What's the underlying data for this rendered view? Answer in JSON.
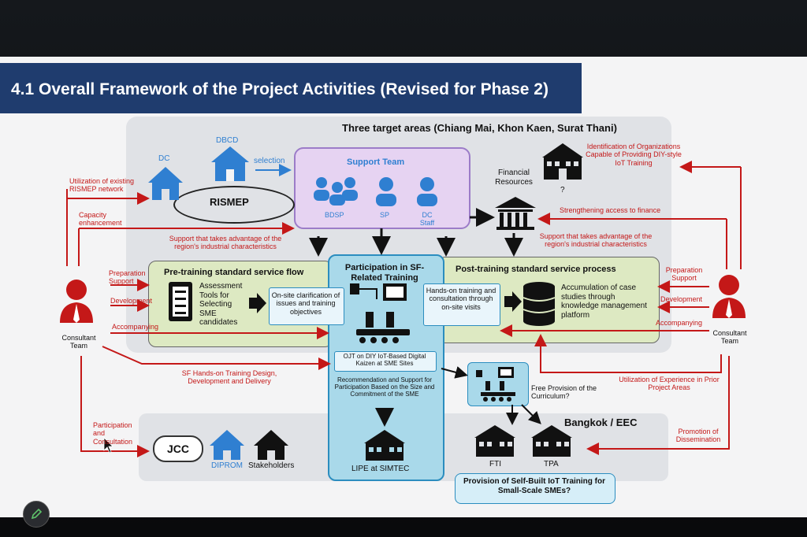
{
  "slide": {
    "title": "4.1 Overall Framework of the Project Activities (Revised for Phase 2)",
    "three_areas": "Three target areas (Chiang Mai, Khon Kaen, Surat Thani)",
    "bangkok_eec": "Bangkok / EEC"
  },
  "support_team": {
    "title": "Support Team",
    "members": [
      "BDSP",
      "SP",
      "DC Staff"
    ]
  },
  "nodes": {
    "dbcd": "DBCD",
    "dc": "DC",
    "selection": "selection",
    "rismep": "RISMEP",
    "financial": "Financial Resources",
    "question": "?",
    "jcc": "JCC",
    "diprom": "DIPROM",
    "stakeholders": "Stakeholders",
    "fti": "FTI",
    "tpa": "TPA",
    "lipe": "LIPE at SIMTEC",
    "consultant_left": "Consultant Team",
    "consultant_right": "Consultant Team"
  },
  "pre_training": {
    "title": "Pre-training standard service flow",
    "assessment": "Assessment Tools for Selecting SME candidates",
    "clarification": "On-site clarification of issues and training objectives"
  },
  "sf_training": {
    "title": "Participation in SF-Related Training",
    "ojt": "OJT on DIY IoT-Based Digital Kaizen at SME Sites",
    "recommendation": "Recommendation and Support for Participation Based on the Size and Commitment of the SME"
  },
  "post_training": {
    "title": "Post-training standard service process",
    "handson": "Hands-on training and consultation through on-site visits",
    "accumulation": "Accumulation of case studies through knowledge management platform"
  },
  "labels": {
    "utilization_rismep": "Utilization of existing RISMEP network",
    "capacity": "Capacity enhancement",
    "support_left": "Support that takes advantage of the region's industrial characteristics",
    "support_right": "Support that takes advantage of the region's industrial characteristics",
    "identification": "Identification of Organizations Capable of Providing DIY-style IoT Training",
    "strengthening": "Strengthening access to finance",
    "prep_left": "Preparation Support",
    "dev_left": "Development",
    "acc_left": "Accompanying",
    "prep_right": "Preparation Support",
    "dev_right": "Development",
    "acc_right": "Accompanying",
    "sf_handson_design": "SF Hands-on Training Design, Development and Delivery",
    "participation": "Participation and Consultation",
    "free_provision": "Free Provision of the Curriculum?",
    "utilization_exp": "Utilization of Experience in Prior Project Areas",
    "promotion": "Promotion of Dissemination",
    "self_built": "Provision of Self-Built IoT Training for Small-Scale SMEs?"
  },
  "colors": {
    "title_bg": "#1f3c6e",
    "arrow_red": "#c41818",
    "house_blue": "#2f7fd1",
    "support_bg": "#e6d3f2",
    "flow_green": "#dde9c2",
    "sf_blue": "#a9d9ea"
  },
  "icons": {
    "edit": "pencil-icon"
  }
}
